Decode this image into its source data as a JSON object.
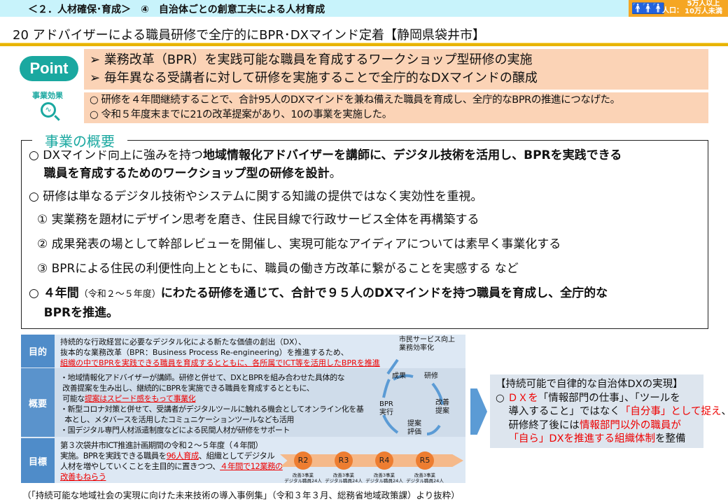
{
  "header": {
    "section": "＜２．人材確保･育成＞　④　自治体ごとの創意工夫による人材育成",
    "population_label": "人口：",
    "population_value_1": "5万人以上",
    "population_value_2": "10万人未満",
    "title": "20  アドバイザーによる職員研修で全庁的にBPR･DXマインド定着【静岡県袋井市】"
  },
  "point": {
    "logo": "Point",
    "items": [
      "➢  業務改革（BPR）を実践可能な職員を育成するワークショップ型研修の実施",
      "➢  毎年異なる受講者に対して研修を実施することで全庁的なDXマインドの醸成"
    ]
  },
  "effect": {
    "label": "事業効果",
    "items": [
      "○  研修を４年間継続することで、合計95人のDXマインドを兼ね備えた職員を育成し、全庁的なBPRの推進につなげた。",
      "○  令和５年度末までに21の改革提案があり、10の事業を実施した。"
    ]
  },
  "overview": {
    "heading": "事業の概要",
    "p1a": "○  DXマインド向上に強みを持つ",
    "p1b": "地域情報化アドバイザーを講師に、デジタル技術を活用し、BPRを実践できる",
    "p1c": "職員を育成するためのワークショップ型の研修を設計",
    "p1d": "。",
    "p2": "○  研修は単なるデジタル技術やシステムに関する知識の提供ではなく実効性を重視。",
    "s1": "①  実業務を題材にデザイン思考を磨き、住民目線で行政サービス全体を再構築する",
    "s2": "②  成果発表の場として幹部レビューを開催し、実現可能なアイディアについては素早く事業化する",
    "s3": "③  BPRによる住民の利便性向上とともに、職員の働き方改革に繋がることを実感する  など",
    "p3a": "○   ４年間",
    "p3b": "（令和２～５年度）",
    "p3c": "にわたる研修を通じて、合計で９５人のDXマインドを持つ職員を育成し、全庁的な",
    "p3d": "BPRを推進。"
  },
  "table": {
    "purpose": {
      "label": "目的",
      "l1": "持続的な行政経営に必要なデジタル化による新たな価値の創出（DX）、",
      "l2": "抜本的な業務改革（BPR：Business Process Re-engineering）を推進するため、",
      "l3": "組織の中でBPRを実践できる職員を育成するとともに、各所属でICT等を活用したBPRを推進"
    },
    "summary": {
      "label": "概要",
      "l1": "・地域情報化アドバイザーが講師。研修と併せて、DXとBPRを組み合わせた具体的な",
      "l2": "改善提案を生み出し、継続的にBPRを実施できる職員を育成するとともに、",
      "l3a": "可能な",
      "l3b": "提案はスピード感をもって事業化",
      "l4": "・新型コロナ対策と併せて、受講者がデジタルツールに触れる機会としてオンライン化を基",
      "l5": "本とし、メタバースを活用したコミュニケーションツールなども活用",
      "l6": "・国デジタル専門人材派遣制度などによる民間人材が研修をサポート"
    },
    "goal": {
      "label": "目標",
      "l1": "第３次袋井市ICT推進計画期間の令和２～５年度（４年間）",
      "l2a": "実施。BPRを実践できる職員を",
      "l2b": "96人育成",
      "l2c": "、組織としてデジタル",
      "l3a": "人材を増やしていくことを主目的に置きつつ、",
      "l3b": "４年間で12業務の",
      "l4": "改善もねらう"
    }
  },
  "cycle": {
    "top": "市民サービス向上",
    "top2": "業務効率化",
    "n1": "研修",
    "n2": "改善",
    "n2b": "提案",
    "n3": "提案",
    "n3b": "評価",
    "n4": "BPR",
    "n4b": "実行",
    "n5": "成果"
  },
  "timeline": [
    {
      "label": "R2",
      "c1": "改善3事業",
      "c2": "デジタル職員24人"
    },
    {
      "label": "R3",
      "c1": "改善3事業",
      "c2": "デジタル職員24人"
    },
    {
      "label": "R4",
      "c1": "改善3事業",
      "c2": "デジタル職員24人"
    },
    {
      "label": "R5",
      "c1": "改善3事業",
      "c2": "デジタル職員24人"
    }
  ],
  "result": {
    "title": "【持続可能で自律的な自治体DXの実現】",
    "l1a": "○ ",
    "l1b": "ＤＸを",
    "l1c": "「情報部門の仕事」、「ツールを",
    "l2a": "導入すること」ではなく",
    "l2b": "「自分事」として捉え",
    "l2c": "、",
    "l3a": "研修終了後には",
    "l3b": "情報部門以外の職員が",
    "l4a": "「自ら」DXを推進する組織体制",
    "l4b": "を整備"
  },
  "footer": "（「持続可能な地域社会の実現に向けた未来技術の導入事例集」（令和３年３月、総務省地域政策課）より抜粋）",
  "colors": {
    "accent_teal": "#1aa8a0",
    "peach": "#fbd3b6",
    "badge": "#f5a623",
    "table_label": "#4f8cc9",
    "red": "#e00000"
  }
}
